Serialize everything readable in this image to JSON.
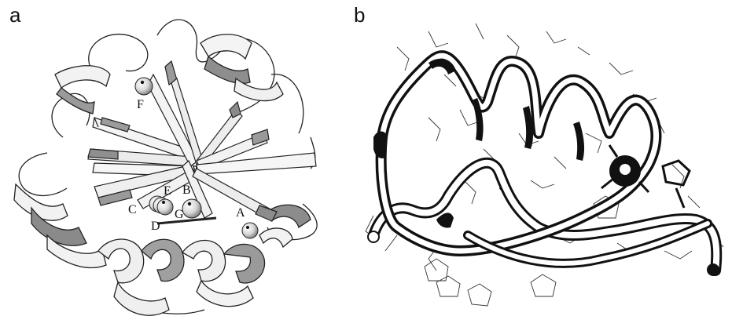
{
  "panels": [
    {
      "letter": "a",
      "sites": [
        "A",
        "B",
        "C",
        "D",
        "E",
        "F",
        "G"
      ]
    },
    {
      "letter": "b"
    }
  ]
}
